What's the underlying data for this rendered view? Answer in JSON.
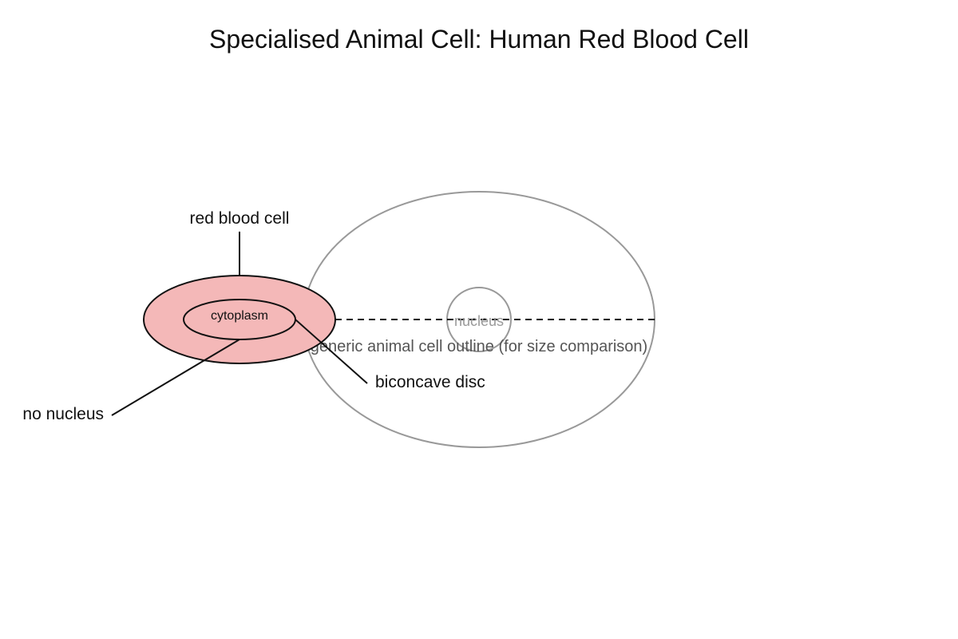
{
  "title": "Specialised Animal Cell: Human Red Blood Cell",
  "labels": {
    "red_blood_cell": "red blood cell",
    "cytoplasm": "cytoplasm",
    "biconcave_disc": "biconcave disc",
    "no_nucleus": "no nucleus",
    "nucleus": "nucleus",
    "generic_outline": "generic animal cell outline (for size comparison)"
  },
  "colors": {
    "rbc_fill": "#f4b8b8",
    "outline_dark": "#111111",
    "generic_outline": "#999999",
    "grey_text": "#555555",
    "nucleus_text": "#999999"
  }
}
